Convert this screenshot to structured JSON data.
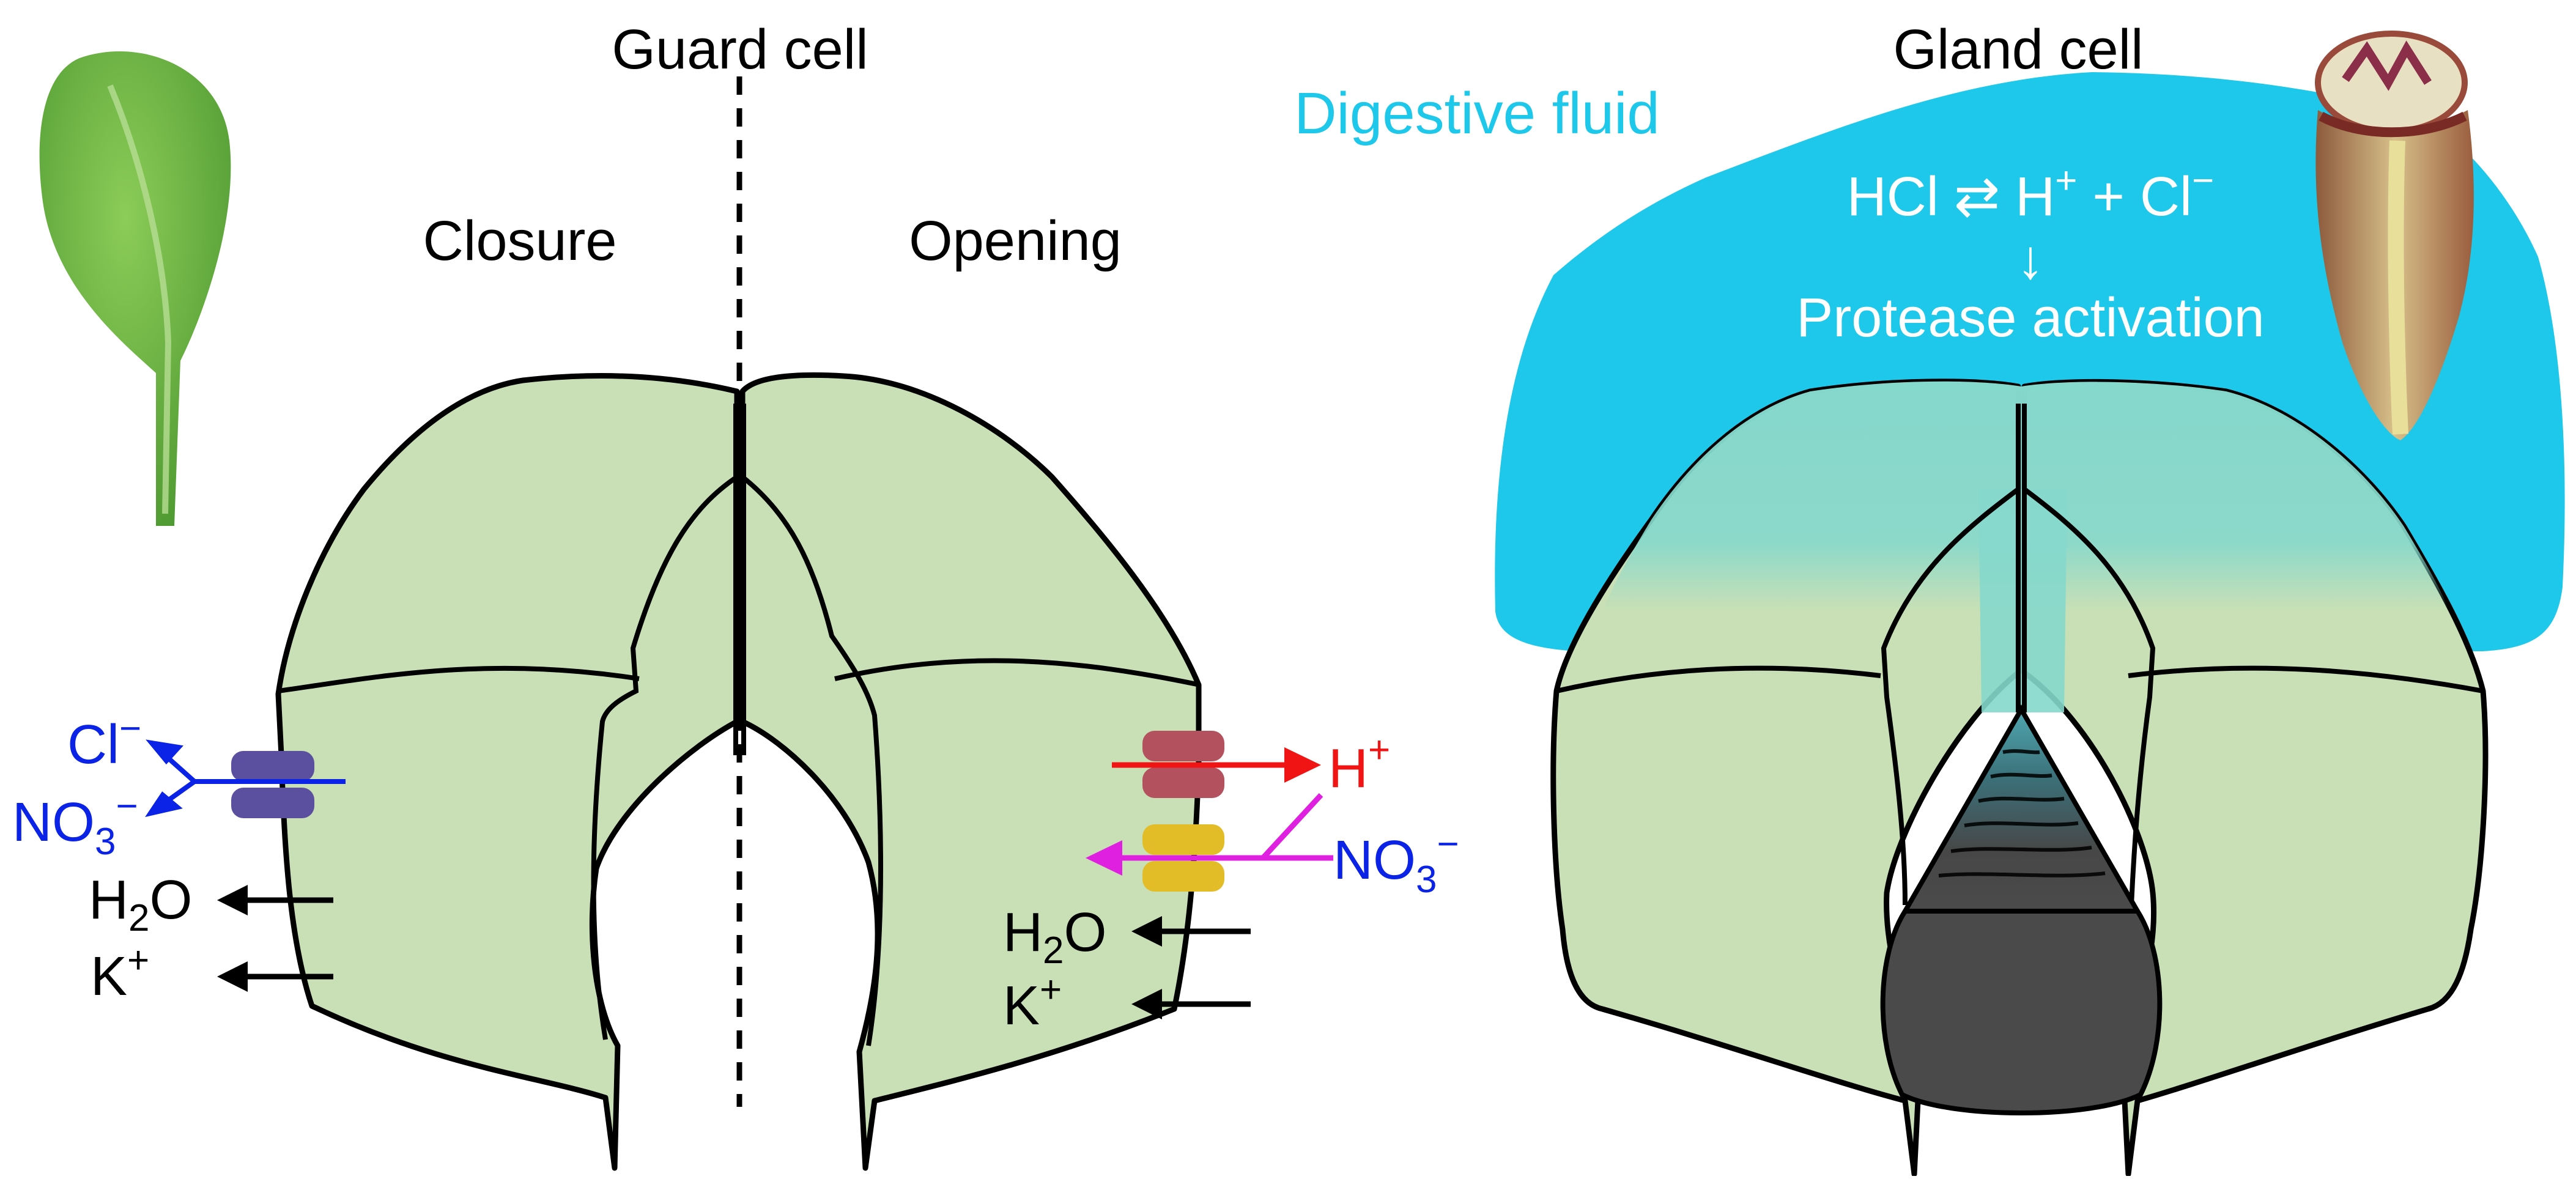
{
  "colors": {
    "cell_fill": "#c9e0b6",
    "outline": "#000000",
    "fluid": "#1ec8ea",
    "fluid_label": "#1ec8ea",
    "inner_fluid": "#85d8cc",
    "anion": "#0a23e6",
    "proton": "#f01414",
    "nitrate_uptake": "#e020e0",
    "slac_channel": "#5b4fa0",
    "h_pump": "#b4515e",
    "nrt_transporter": "#e2bd27",
    "dark_cone": "#4a4a4a",
    "leaf": "#6ab845",
    "pitcher": "#b07a56"
  },
  "icons": {
    "leaf": "arabidopsis-leaf-photo",
    "pitcher": "pitcher-plant-photo"
  },
  "guard": {
    "title": "Guard cell",
    "closure_label": "Closure",
    "opening_label": "Opening",
    "closure": {
      "cl": "Cl",
      "cl_sup": "−",
      "no3": "NO",
      "no3_sub": "3",
      "no3_sup": "−",
      "h2o_h": "H",
      "h2o_sub": "2",
      "h2o_o": "O",
      "k": "K",
      "k_sup": "+"
    },
    "opening": {
      "h": "H",
      "h_sup": "+",
      "no3": "NO",
      "no3_sub": "3",
      "no3_sup": "−",
      "h2o_h": "H",
      "h2o_sub": "2",
      "h2o_o": "O",
      "k": "K",
      "k_sup": "+"
    }
  },
  "gland": {
    "title": "Gland cell",
    "fluid_label": "Digestive fluid",
    "eq_hcl": "HCl ⇄ H",
    "eq_sup1": "+",
    "eq_plus": " + Cl",
    "eq_sup2": "−",
    "eq_arrow": "↓",
    "eq_result": "Protease activation"
  }
}
